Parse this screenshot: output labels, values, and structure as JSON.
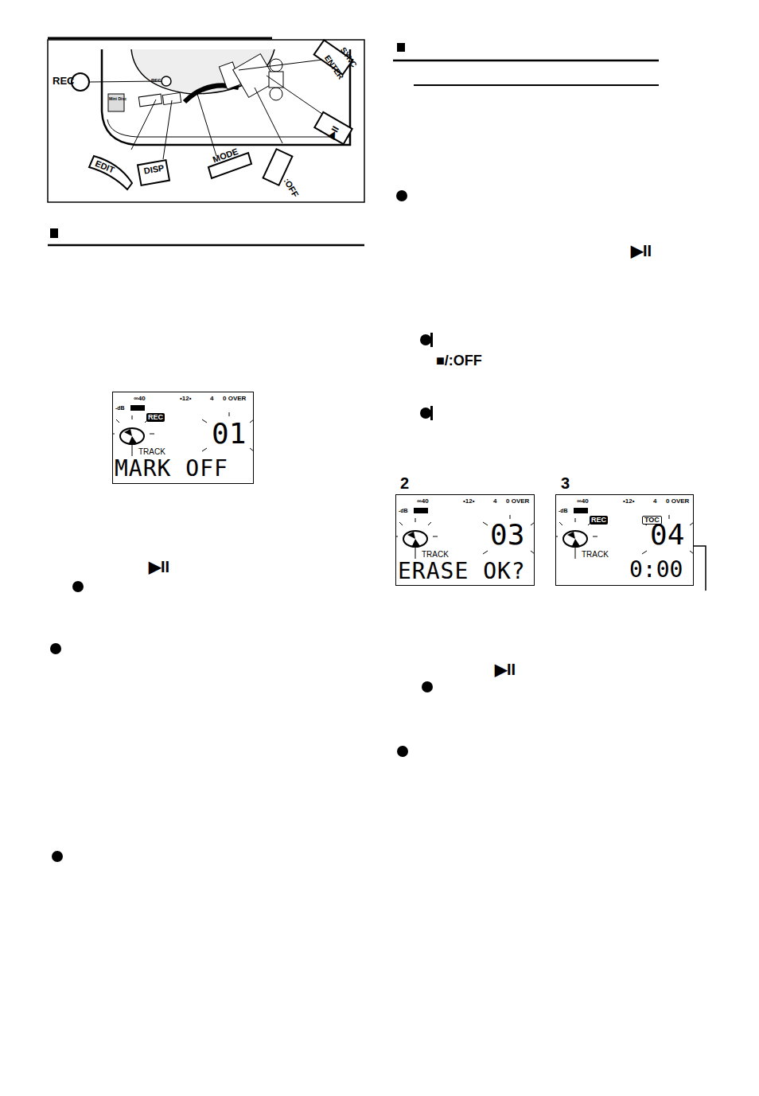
{
  "diagram": {
    "nodes": [
      {
        "text": [
          "∞40",
          "•12•",
          "4",
          "0 OVER",
          "-dB",
          "REC",
          "TRACK",
          "01",
          "MARK OFF"
        ]
      },
      {
        "text": [
          "∞40",
          "•12•",
          "4",
          "0 OVER",
          "-dB",
          "TRACK",
          "03",
          "ERASE OK?"
        ]
      },
      {
        "text": [
          "∞40",
          "•12•",
          "4",
          "0 OVER",
          "-dB",
          "REC",
          "TOC",
          "TRACK",
          "04",
          "0:00"
        ]
      }
    ],
    "labels": [
      "REC",
      "REC",
      "Mini Disc",
      "EDIT",
      "DISP",
      "MODE",
      ":OFF",
      "ENTER",
      "SYNC",
      "▶II",
      "■/:OFF",
      "▶II",
      "▶II",
      "▶II",
      "2",
      "3"
    ]
  }
}
